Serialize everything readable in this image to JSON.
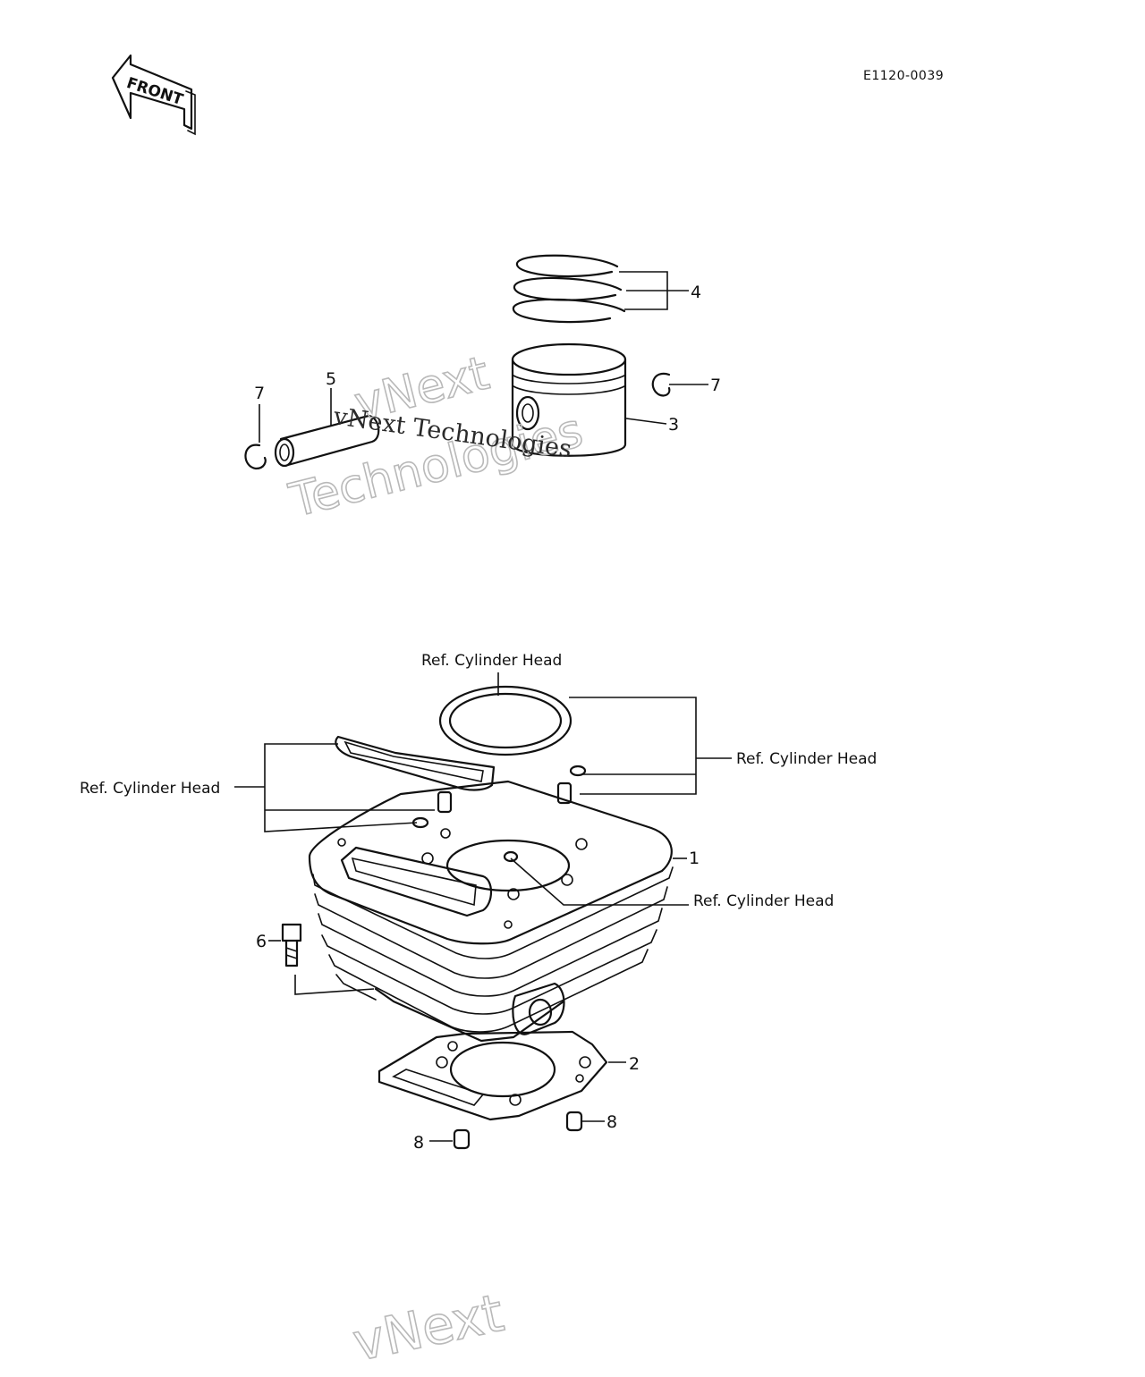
{
  "diagram_code": "E1120-0039",
  "front_marker": "FRONT",
  "watermarks": {
    "primary": "vNext Technologies",
    "outline_top": "vNext",
    "outline_bottom": "Technologies",
    "outline_footer": "vNext"
  },
  "callouts": {
    "cylinder": "1",
    "gasket_base": "2",
    "piston": "3",
    "ring_set": "4",
    "piston_pin": "5",
    "bolt": "6",
    "snap_ring_left": "7",
    "snap_ring_right": "7",
    "dowel_left": "8",
    "dowel_right": "8"
  },
  "references": {
    "ref_top": "Ref.  Cylinder Head",
    "ref_left": "Ref. Cylinder Head",
    "ref_right": "Ref. Cylinder Head",
    "ref_center": "Ref. Cylinder Head"
  }
}
